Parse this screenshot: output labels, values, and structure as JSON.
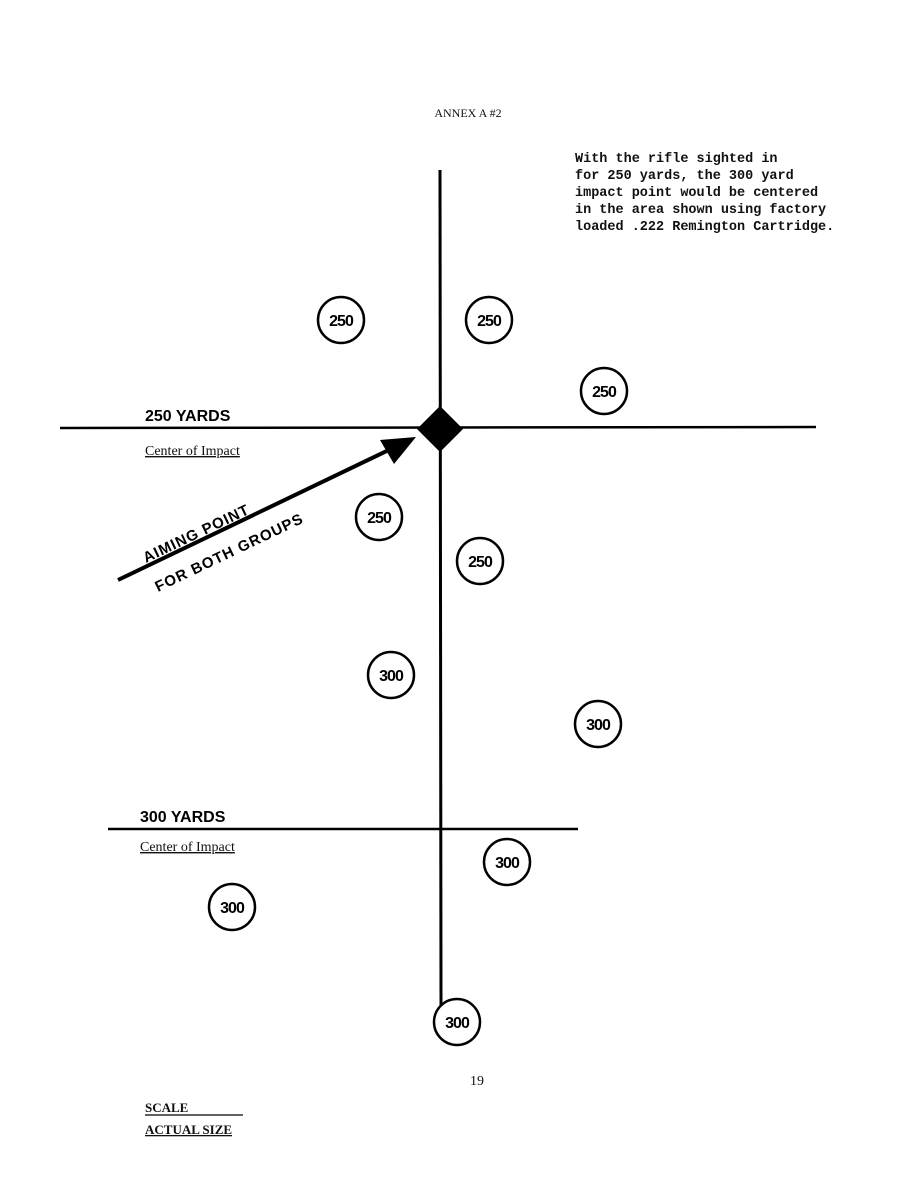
{
  "header": "ANNEX A #2",
  "note_lines": [
    "With the rifle sighted in",
    "for 250 yards, the 300 yard",
    "impact point would be centered",
    "in the area shown using factory",
    "loaded .222 Remington Cartridge."
  ],
  "line_250": {
    "title": "250 YARDS",
    "subtitle": "Center of Impact"
  },
  "line_300": {
    "title": "300 YARDS",
    "subtitle": "Center of Impact"
  },
  "aiming": {
    "line1": "AIMING POINT",
    "line2": "FOR BOTH GROUPS"
  },
  "impacts_250": [
    "250",
    "250",
    "250",
    "250",
    "250"
  ],
  "impacts_300": [
    "300",
    "300",
    "300",
    "300",
    "300"
  ],
  "page_number": "19",
  "scale": {
    "label": "SCALE",
    "value": "ACTUAL SIZE"
  }
}
